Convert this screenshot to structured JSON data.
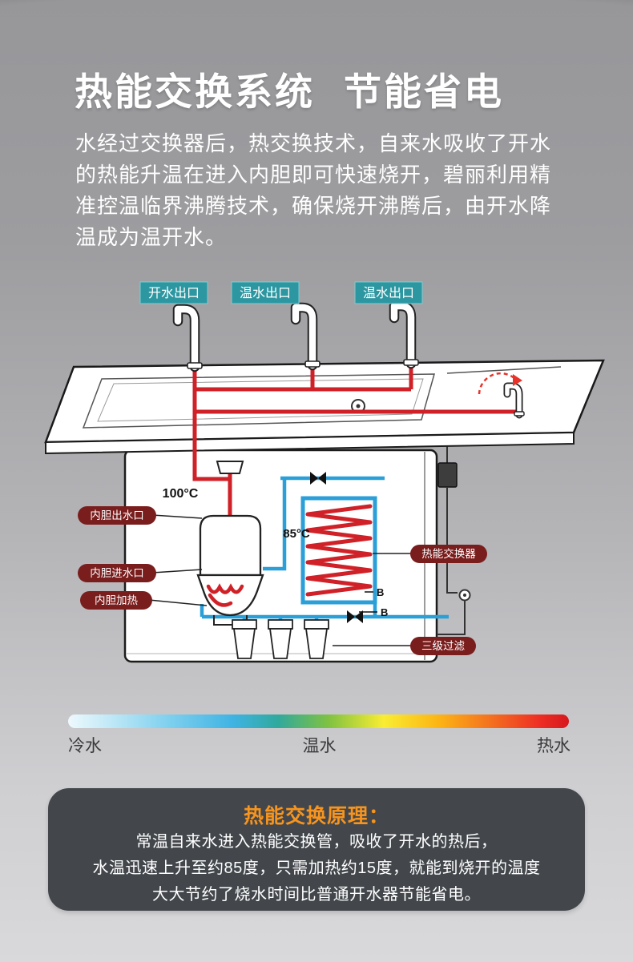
{
  "colors": {
    "teal_label": "#2d97a1",
    "maroon_label": "#7a1d1d",
    "hot_pipe_red": "#cf2127",
    "cold_pipe_blue": "#2b9fd8",
    "accent_orange": "#f7941d",
    "panel_dark": "#43474c"
  },
  "header": {
    "title_main": "热能交换系统",
    "title_sub": "节能省电",
    "intro": "水经过交换器后，热交换技术，自来水吸收了开水的热能升温在进入内胆即可快速烧开，碧丽利用精准控温临界沸腾技术，确保烧开沸腾后，由开水降温成为温开水。"
  },
  "diagram": {
    "outlets": [
      {
        "label": "开水出口"
      },
      {
        "label": "温水出口"
      },
      {
        "label": "温水出口"
      }
    ],
    "temps": {
      "boiling": "100°C",
      "warm": "85°C"
    },
    "left_labels": [
      {
        "label": "内胆出水口"
      },
      {
        "label": "内胆进水口"
      },
      {
        "label": "内胆加热"
      }
    ],
    "right_labels": [
      {
        "label": "热能交换器"
      },
      {
        "label": "三级过滤"
      }
    ],
    "marker_b": "B"
  },
  "legend": {
    "cold": "冷水",
    "warm": "温水",
    "hot": "热水"
  },
  "principle": {
    "title": "热能交换原理：",
    "line1": "常温自来水进入热能交换管，吸收了开水的热后，",
    "line2": "水温迅速上升至约85度，只需加热约15度，就能到烧开的温度",
    "line3": "大大节约了烧水时间比普通开水器节能省电。"
  }
}
